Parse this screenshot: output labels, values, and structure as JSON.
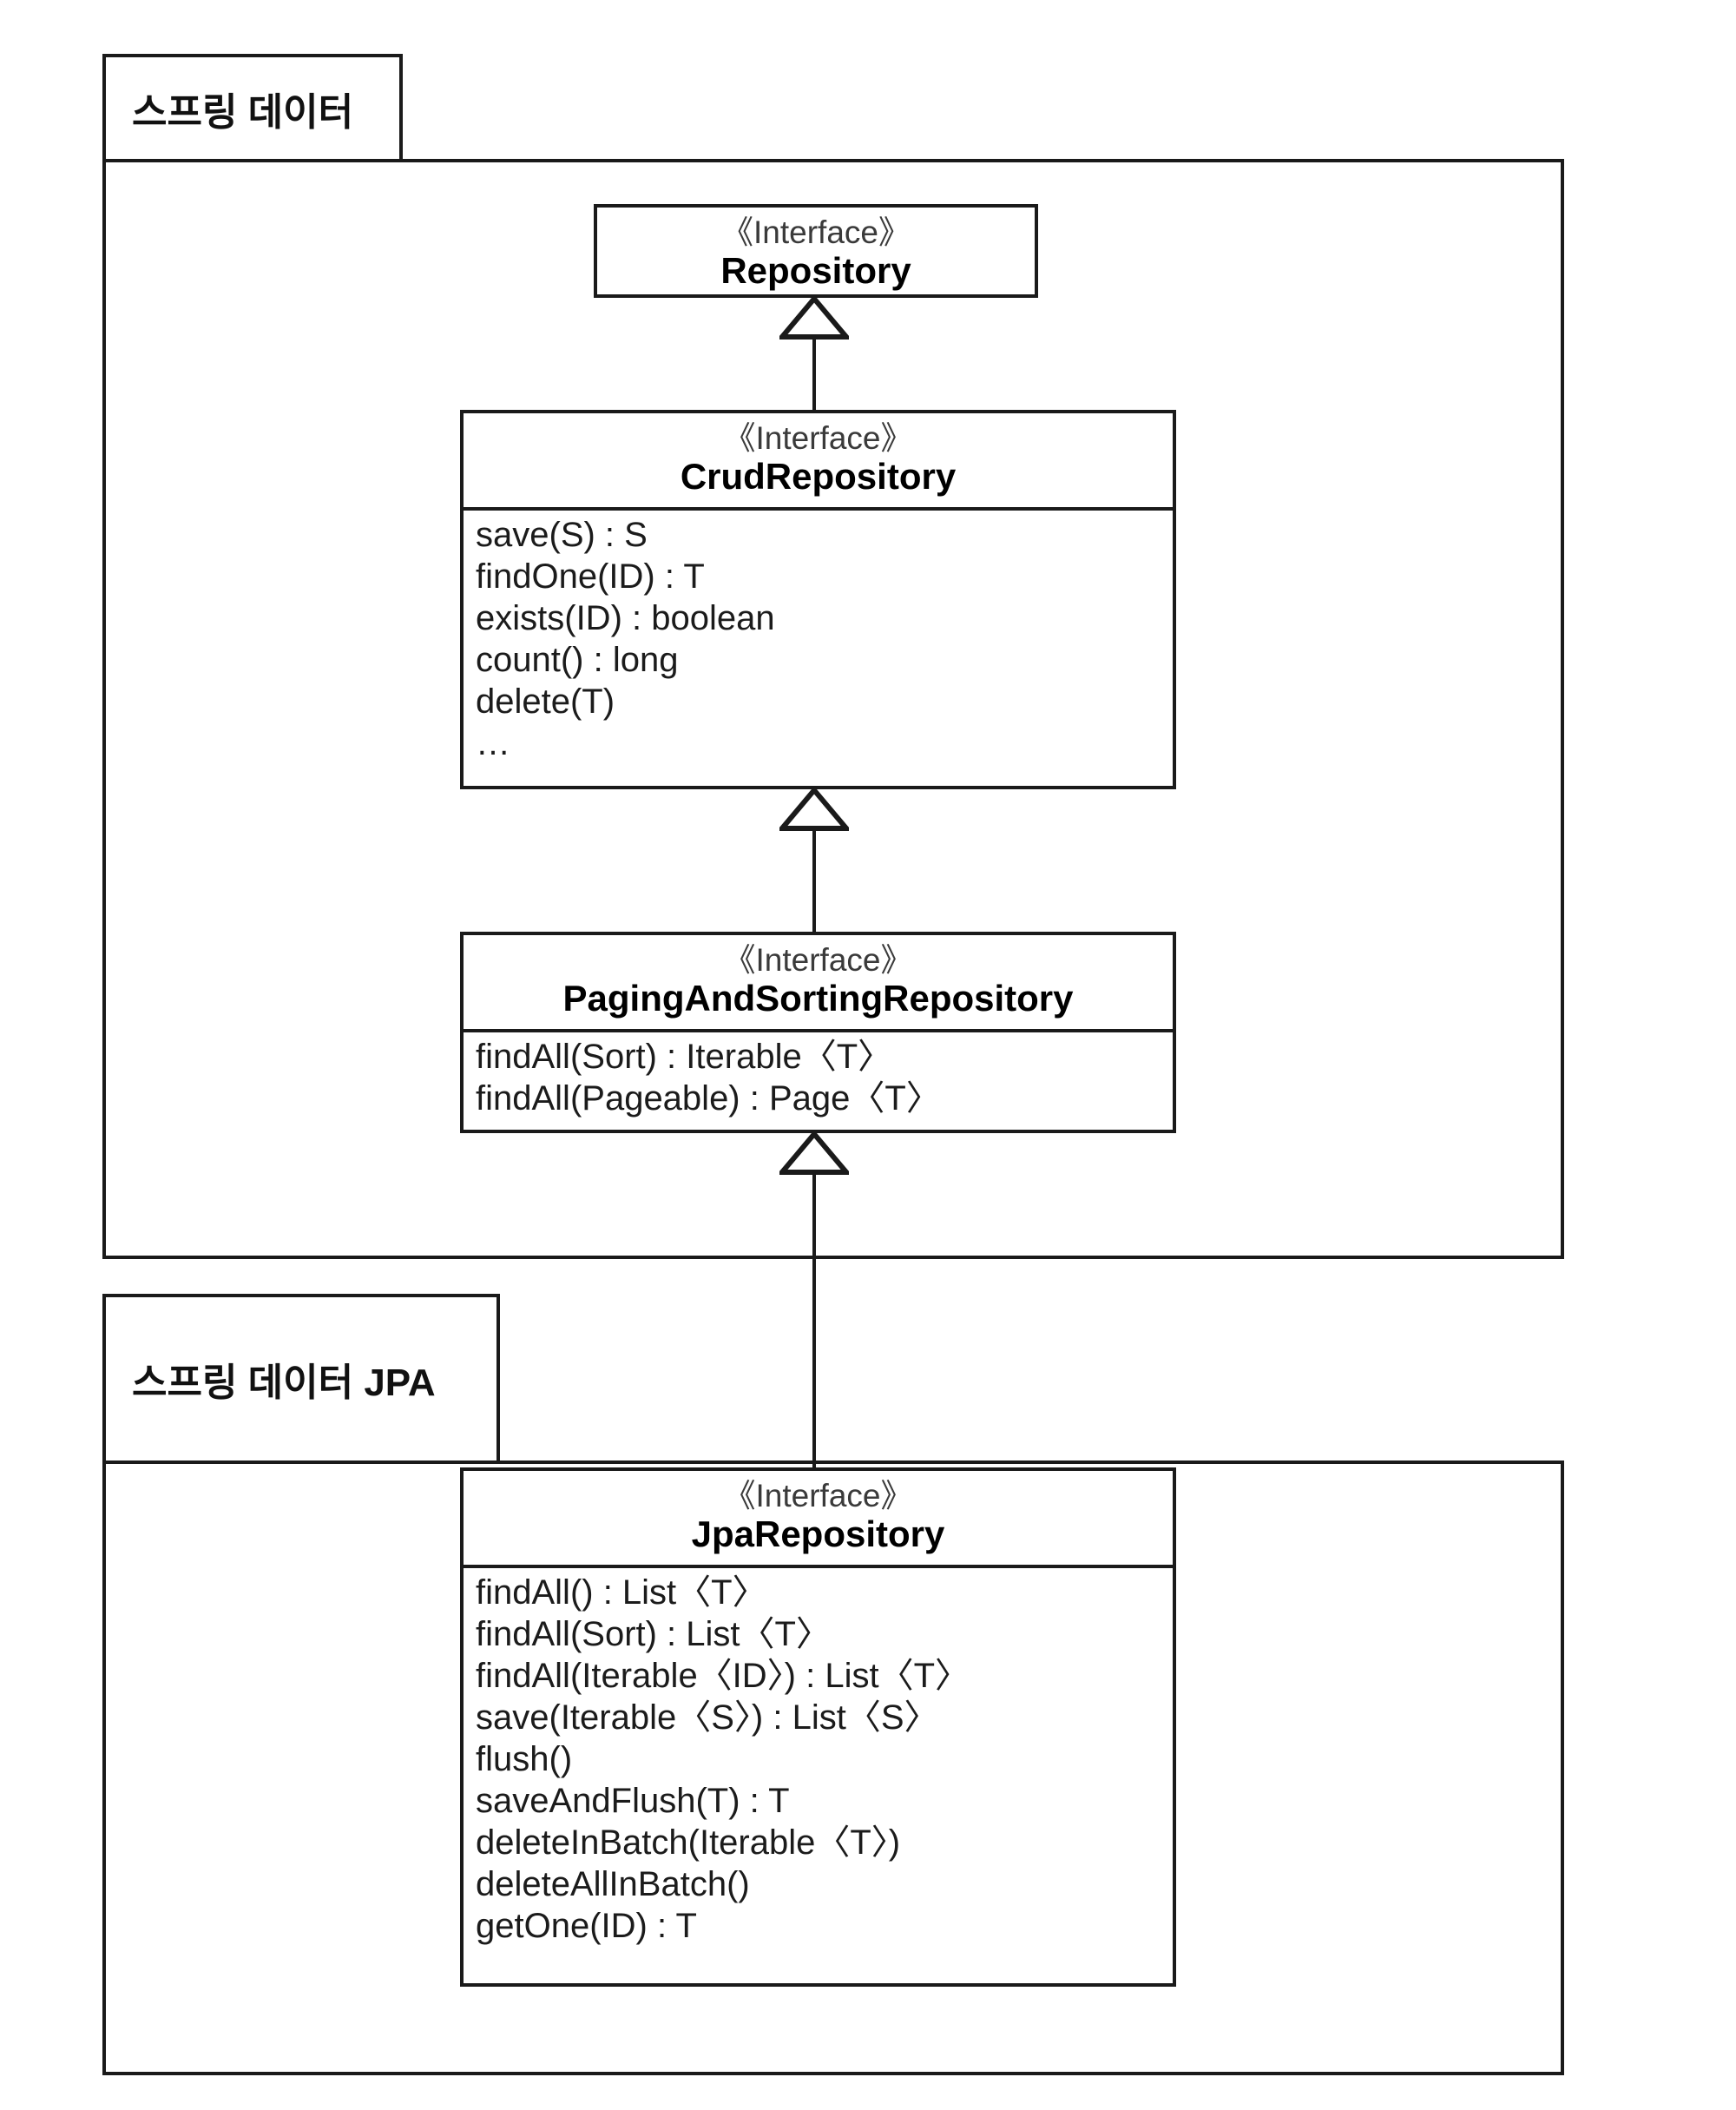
{
  "diagram": {
    "title": "Spring Data Repository interface hierarchy",
    "stereotype_label": "《Interface》",
    "line_color": "#1a1a1a",
    "background": "#ffffff"
  },
  "packages": [
    {
      "id": "spring-data",
      "label": "스프링 데이터"
    },
    {
      "id": "spring-data-jpa",
      "label": "스프링 데이터 JPA"
    }
  ],
  "classes": [
    {
      "id": "repository",
      "stereotype": "《Interface》",
      "name": "Repository",
      "members": []
    },
    {
      "id": "crud-repository",
      "stereotype": "《Interface》",
      "name": "CrudRepository",
      "members": [
        "save(S) : S",
        "findOne(ID) : T",
        "exists(ID) : boolean",
        "count() : long",
        "delete(T)",
        "…"
      ]
    },
    {
      "id": "paging-and-sorting-repository",
      "stereotype": "《Interface》",
      "name": "PagingAndSortingRepository",
      "members": [
        "findAll(Sort) : Iterable〈T〉",
        "findAll(Pageable) : Page〈T〉"
      ]
    },
    {
      "id": "jpa-repository",
      "stereotype": "《Interface》",
      "name": "JpaRepository",
      "members": [
        "findAll() : List〈T〉",
        "findAll(Sort) : List〈T〉",
        "findAll(Iterable〈ID〉) : List〈T〉",
        "save(Iterable〈S〉) : List〈S〉",
        "flush()",
        "saveAndFlush(T) : T",
        "deleteInBatch(Iterable〈T〉)",
        "deleteAllInBatch()",
        "getOne(ID) : T"
      ]
    }
  ],
  "relations": [
    {
      "id": "crud-extends-repository",
      "type": "generalization",
      "from": "CrudRepository",
      "to": "Repository"
    },
    {
      "id": "paging-extends-crud",
      "type": "generalization",
      "from": "PagingAndSortingRepository",
      "to": "CrudRepository"
    },
    {
      "id": "jpa-extends-paging",
      "type": "generalization",
      "from": "JpaRepository",
      "to": "PagingAndSortingRepository"
    }
  ]
}
